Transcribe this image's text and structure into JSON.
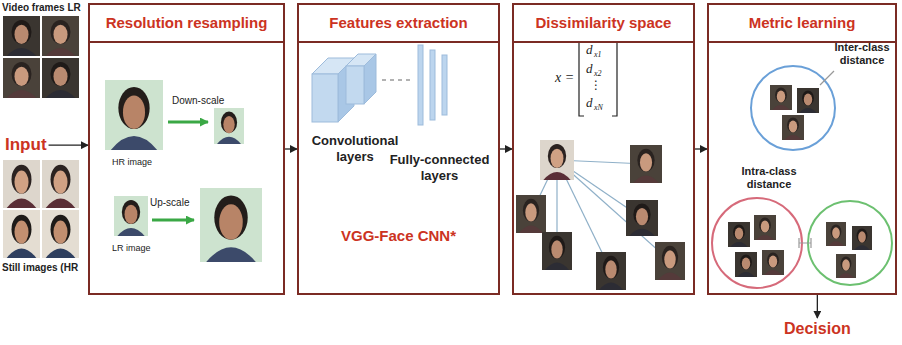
{
  "diagram": {
    "nodes": [
      {
        "text": [
          "Input"
        ]
      },
      {
        "text": [
          "Resolution resampling",
          "HR image",
          "Down-scale",
          "LR image",
          "Up-scale"
        ]
      },
      {
        "text": [
          "Features extraction",
          "Convolutional layers",
          "Fully-connected layers",
          "VGG-Face CNN*"
        ]
      },
      {
        "text": [
          "Dissimilarity space"
        ]
      },
      {
        "text": [
          "Metric learning",
          "Inter-class distance",
          "Intra-class distance"
        ]
      },
      {
        "text": [
          "Decision"
        ]
      }
    ],
    "edges": [
      {
        "from": 0,
        "to": 1,
        "arrow": "to"
      },
      {
        "from": 1,
        "to": 2,
        "arrow": "to"
      },
      {
        "from": 2,
        "to": 3,
        "arrow": "to"
      },
      {
        "from": 3,
        "to": 4,
        "arrow": "to"
      },
      {
        "from": 4,
        "to": 5,
        "arrow": "to"
      }
    ],
    "labels": [
      "Video frames LR",
      "Still images (HR",
      "x =",
      "d",
      "x1",
      "d",
      "x2",
      "⋮",
      "d",
      "xN"
    ]
  }
}
